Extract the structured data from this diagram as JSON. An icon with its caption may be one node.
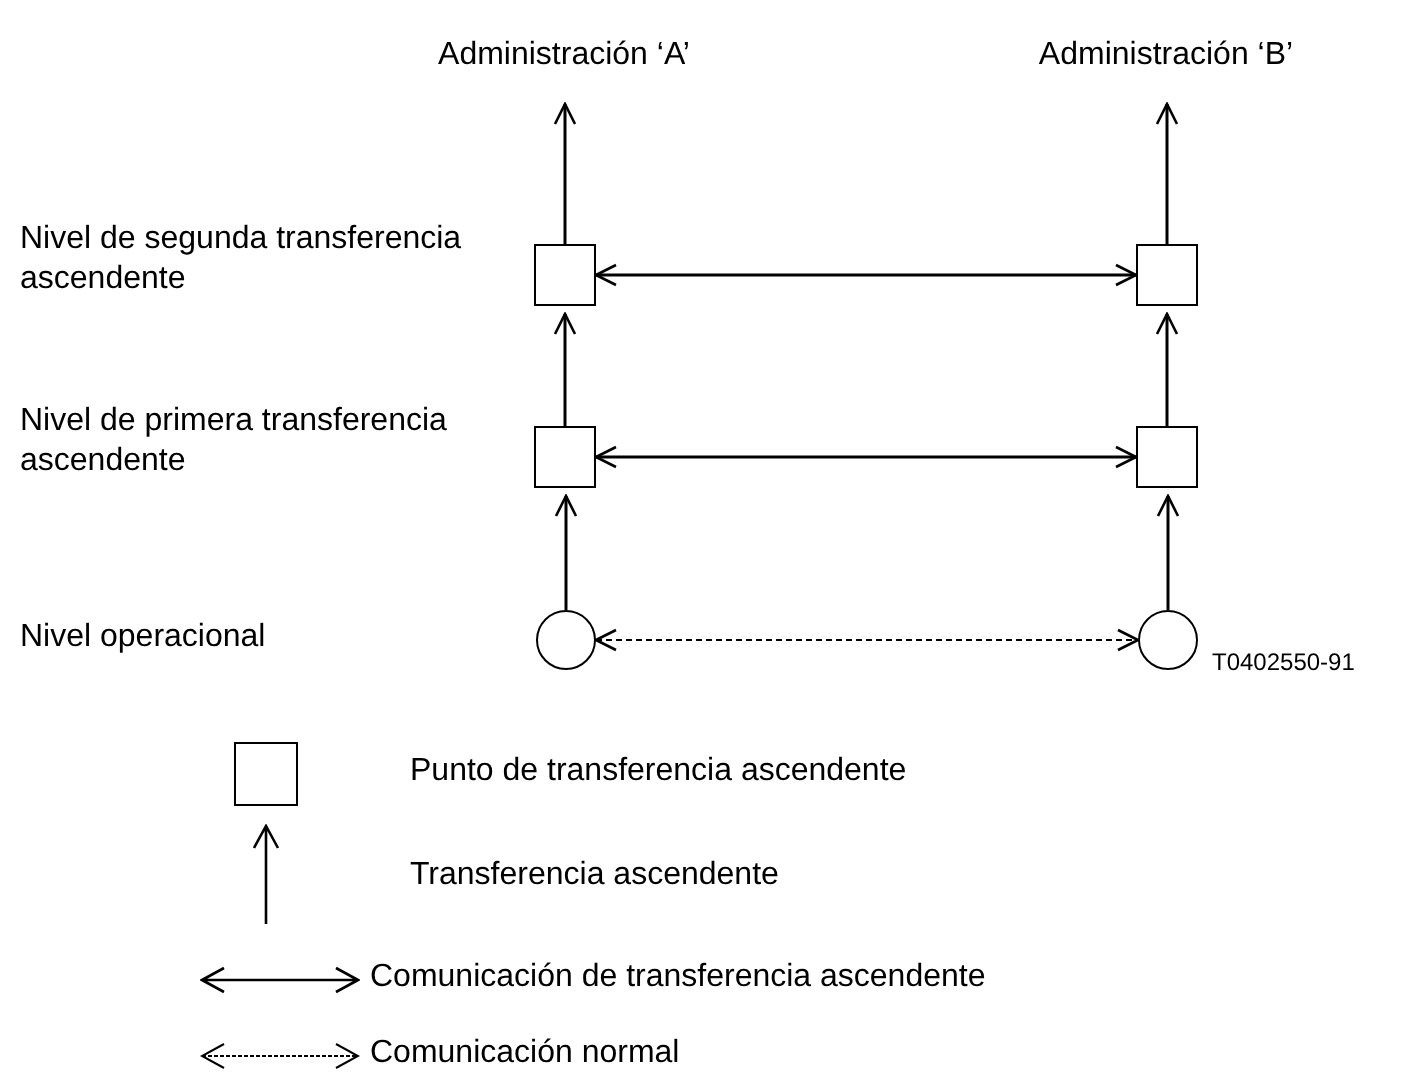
{
  "diagram": {
    "nodes": [
      {
        "text": [
          "Administración ‘A’"
        ]
      },
      {
        "text": [
          "Administración ‘B’"
        ]
      },
      {
        "text": [],
        "shape": "box"
      },
      {
        "text": [],
        "shape": "box"
      },
      {
        "text": [],
        "shape": "box"
      },
      {
        "text": [],
        "shape": "box"
      },
      {
        "text": [],
        "shape": "circle"
      },
      {
        "text": [],
        "shape": "circle"
      }
    ],
    "edges": [
      {
        "from": 2,
        "to": 0,
        "arrow": "to"
      },
      {
        "from": 3,
        "to": 1,
        "arrow": "to"
      },
      {
        "from": 2,
        "to": 3,
        "arrow": "both"
      },
      {
        "from": 4,
        "to": 2,
        "arrow": "to"
      },
      {
        "from": 5,
        "to": 3,
        "arrow": "to"
      },
      {
        "from": 4,
        "to": 5,
        "arrow": "both"
      },
      {
        "from": 6,
        "to": 4,
        "arrow": "to"
      },
      {
        "from": 7,
        "to": 5,
        "arrow": "to"
      },
      {
        "from": 6,
        "to": 7,
        "arrow": "both",
        "style": "dashed"
      }
    ],
    "labels": [
      "Nivel de segunda transferencia ascendente",
      "Nivel de primera transferencia ascendente",
      "Nivel operacional",
      "T0402550-91"
    ],
    "legend": [
      {
        "text": "Punto de transferencia ascendente"
      },
      {
        "text": "Transferencia ascendente"
      },
      {
        "text": "Comunicación de transferencia ascendente"
      },
      {
        "text": "Comunicación normal"
      }
    ]
  }
}
